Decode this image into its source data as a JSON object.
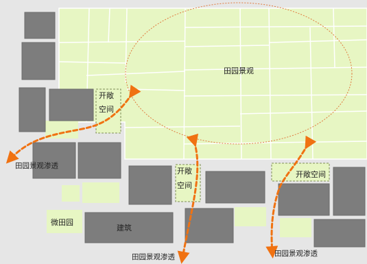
{
  "colors": {
    "background": "#e6e6e6",
    "field_green": "#e7f6c3",
    "building_gray": "#7d7d7d",
    "building_border": "#6a6a6a",
    "arrow_orange": "#f07212",
    "ellipse_line": "#e07a3e",
    "dashed_box": "#7f8f57"
  },
  "labels": {
    "field": "田园景观",
    "open_space_left": [
      "开敞",
      "空间"
    ],
    "open_space_mid": [
      "开敞",
      "空间"
    ],
    "open_space_right": "开敞空间",
    "penetration_left": "田园景观渗透",
    "penetration_bottom": "田园景观渗透",
    "penetration_right": "田园景观渗透",
    "micro_field": "微田园",
    "building": "建筑"
  }
}
